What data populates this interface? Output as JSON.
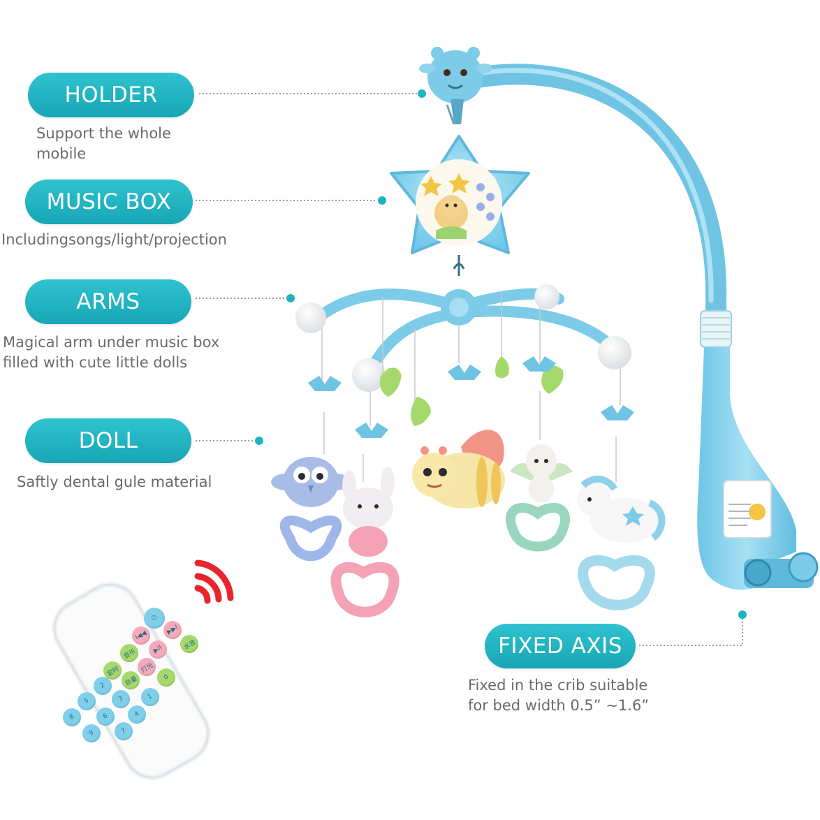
{
  "callouts": [
    {
      "label": "HOLDER",
      "desc": [
        "Support the whole",
        "mobile"
      ]
    },
    {
      "label": "MUSIC BOX",
      "desc": [
        "Includingsongs/light/projection"
      ]
    },
    {
      "label": "ARMS",
      "desc": [
        "Magical arm under music box",
        "filled with cute little dolls"
      ]
    },
    {
      "label": "DOLL",
      "desc": [
        "Saftly dental gule material"
      ]
    },
    {
      "label": "FIXED AXIS",
      "desc": [
        "Fixed in the crib suitable",
        "for bed width 0.5” ∼1.6”"
      ]
    }
  ],
  "remote": {
    "buttons": [
      "⏻",
      "I◀◀",
      "▶▶I",
      "▶II",
      "水音",
      "音乐",
      "灯光",
      "定时",
      "音量",
      "0",
      "1",
      "2",
      "3",
      "4",
      "5",
      "6",
      "7",
      "8",
      "9"
    ]
  },
  "colors": {
    "accent_teal": "#1fb3c1",
    "toy_blue": "#7fcfea",
    "pink": "#f6a9b9",
    "signal_red": "#e8242c"
  }
}
